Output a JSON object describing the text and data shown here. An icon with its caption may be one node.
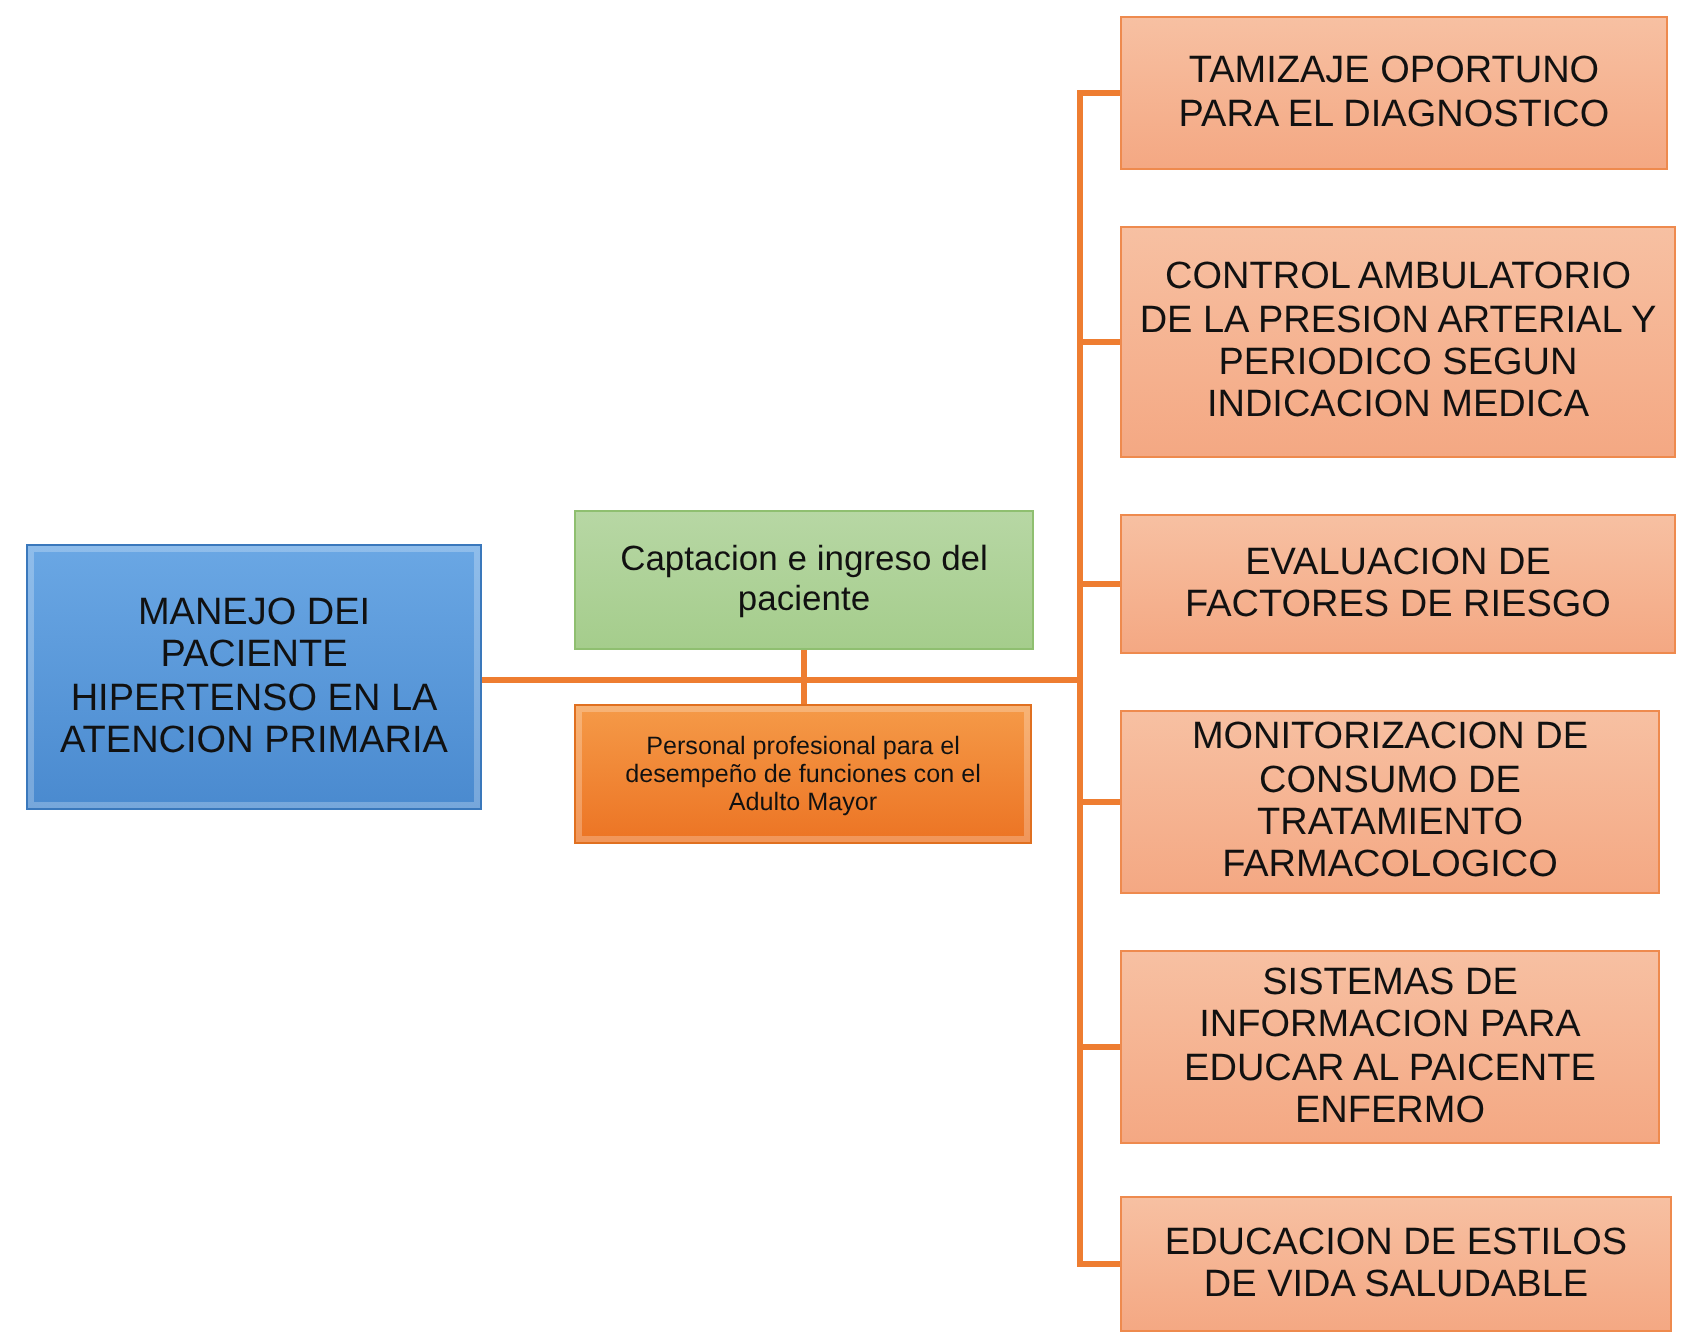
{
  "diagram": {
    "nodes": [
      {
        "text": [
          "MANEJO DEI PACIENTE HIPERTENSO EN LA ATENCION PRIMARIA"
        ]
      },
      {
        "text": [
          "Captacion e ingreso del paciente"
        ]
      },
      {
        "text": [
          "Personal profesional para el desempeño de funciones con el Adulto Mayor"
        ]
      },
      {
        "text": [
          "TAMIZAJE OPORTUNO PARA EL DIAGNOSTICO"
        ]
      },
      {
        "text": [
          "CONTROL AMBULATORIO DE LA PRESION ARTERIAL Y PERIODICO SEGUN INDICACION MEDICA"
        ]
      },
      {
        "text": [
          "EVALUACION DE FACTORES DE RIESGO"
        ]
      },
      {
        "text": [
          "MONITORIZACION DE CONSUMO DE TRATAMIENTO FARMACOLOGICO"
        ]
      },
      {
        "text": [
          "SISTEMAS DE INFORMACION PARA EDUCAR AL PAICENTE ENFERMO"
        ]
      },
      {
        "text": [
          "EDUCACION DE ESTILOS DE VIDA SALUDABLE"
        ]
      }
    ],
    "edges": [
      {
        "from": 0,
        "to": 3,
        "arrow": "none"
      },
      {
        "from": 0,
        "to": 4,
        "arrow": "none"
      },
      {
        "from": 0,
        "to": 5,
        "arrow": "none"
      },
      {
        "from": 0,
        "to": 6,
        "arrow": "none"
      },
      {
        "from": 0,
        "to": 7,
        "arrow": "none"
      },
      {
        "from": 0,
        "to": 8,
        "arrow": "none"
      },
      {
        "from": 1,
        "to": 2,
        "arrow": "none"
      }
    ]
  }
}
